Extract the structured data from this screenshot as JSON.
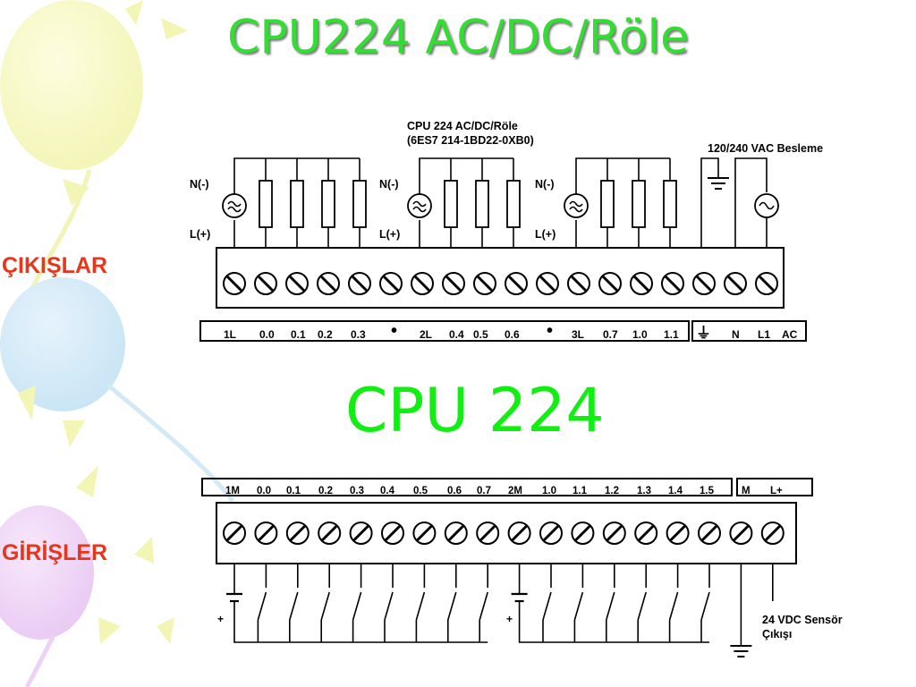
{
  "slide": {
    "title": "CPU224 AC/DC/Röle",
    "outputs_label": "ÇIKIŞLAR",
    "inputs_label": "GİRİŞLER",
    "cpu_label": "CPU 224"
  },
  "output_block": {
    "model_line1": "CPU 224 AC/DC/Röle",
    "model_line2": "(6ES7 214-1BD22-0XB0)",
    "supply_label": "120/240 VAC Besleme",
    "n_label": "N(-)",
    "l_label": "L(+)",
    "terminal_labels": [
      "1L",
      "0.0",
      "0.1",
      "0.2",
      "0.3",
      "•",
      "2L",
      "0.4",
      "0.5",
      "0.6",
      "•",
      "3L",
      "0.7",
      "1.0",
      "1.1"
    ],
    "power_labels": [
      "⏚",
      "N",
      "L1",
      "AC"
    ]
  },
  "input_block": {
    "terminal_labels": [
      "1M",
      "0.0",
      "0.1",
      "0.2",
      "0.3",
      "0.4",
      "0.5",
      "0.6",
      "0.7",
      "2M",
      "1.0",
      "1.1",
      "1.2",
      "1.3",
      "1.4",
      "1.5"
    ],
    "power_labels": [
      "M",
      "L+"
    ],
    "plus_label": "+",
    "sensor_label_line1": "24 VDC Sensör",
    "sensor_label_line2": "Çıkışı"
  },
  "colors": {
    "title": "#33dd33",
    "side_labels": "#e8361c",
    "cpu_label": "#11ee11",
    "wiring": "#000000"
  }
}
